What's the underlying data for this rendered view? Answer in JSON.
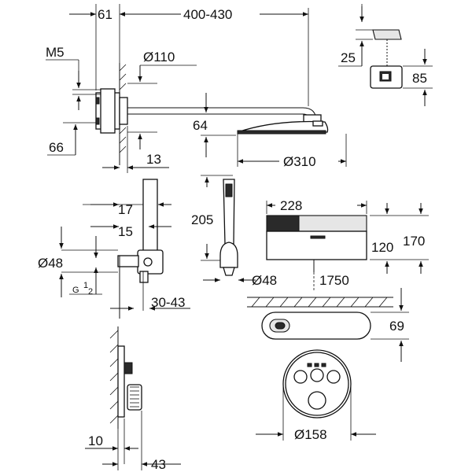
{
  "dimensions": {
    "d61": "61",
    "d400_430": "400-430",
    "m5": "M5",
    "d110": "Ø110",
    "d64": "64",
    "d66": "66",
    "d13": "13",
    "d310": "Ø310",
    "d25": "25",
    "d85": "85",
    "d17": "17",
    "d15": "15",
    "d205": "205",
    "d48a": "Ø48",
    "g_half": "G",
    "g_sup": "1",
    "g_sub": "2",
    "d30_43": "30-43",
    "d48b": "Ø48",
    "d1750": "1750",
    "d228": "228",
    "d120": "120",
    "d170": "170",
    "d69": "69",
    "d158": "Ø158",
    "d10": "10",
    "d43": "43"
  }
}
